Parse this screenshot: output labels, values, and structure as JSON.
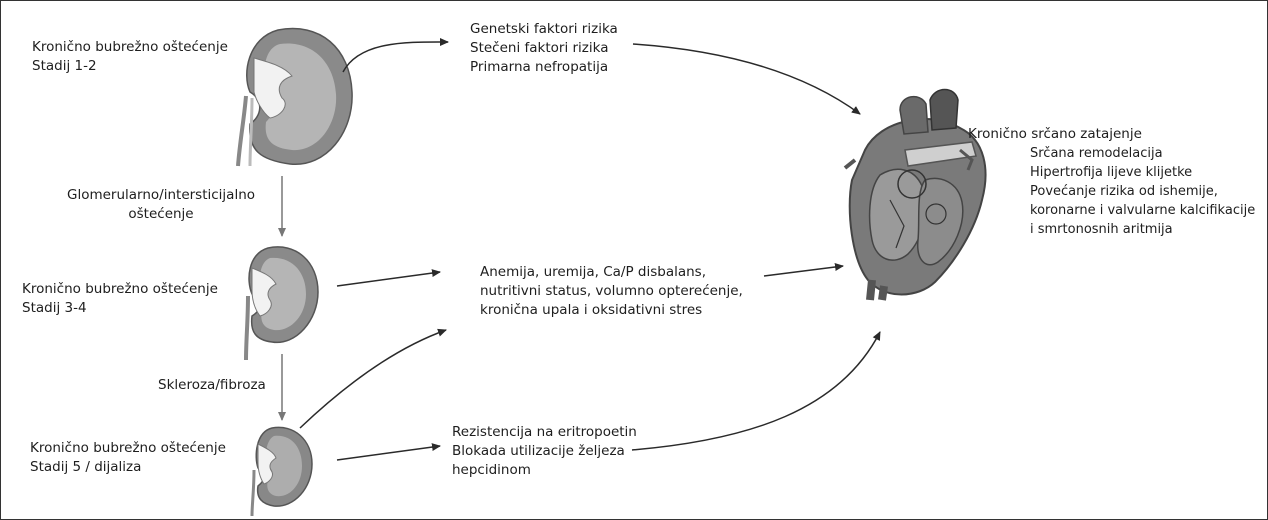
{
  "stages": [
    {
      "lines": [
        "Kronično bubrežno oštećenje",
        "Stadij 1-2"
      ]
    },
    {
      "lines": [
        "Kronično bubrežno oštećenje",
        "Stadij 3-4"
      ]
    },
    {
      "lines": [
        "Kronično bubrežno oštećenje",
        "Stadij 5 / dijaliza"
      ]
    }
  ],
  "transitions": [
    {
      "lines": [
        "Glomerularno/intersticijalno",
        "oštećenje"
      ]
    },
    {
      "lines": [
        "Skleroza/fibroza"
      ]
    }
  ],
  "factors": [
    {
      "lines": [
        "Genetski faktori rizika",
        "Stečeni faktori rizika",
        "Primarna nefropatija"
      ]
    },
    {
      "lines": [
        "Anemija, uremija, Ca/P disbalans,",
        "nutritivni status, volumno opterećenje,",
        "kronična upala i oksidativni stres"
      ]
    },
    {
      "lines": [
        "Rezistencija na eritropoetin",
        "Blokada utilizacije željeza",
        "hepcidinom"
      ]
    }
  ],
  "outcome": {
    "title": "Kronično srčano zatajenje",
    "items": [
      "Srčana remodelacija",
      "Hipertrofija lijeve klijetke",
      "Povećanje rizika od ishemije,",
      "koronarne i valvularne kalcifikacije",
      "i smrtonosnih aritmija"
    ]
  },
  "icons": {
    "kidneys": [
      "kidney-icon",
      "kidney-icon",
      "kidney-icon"
    ],
    "heart": "heart-icon"
  }
}
